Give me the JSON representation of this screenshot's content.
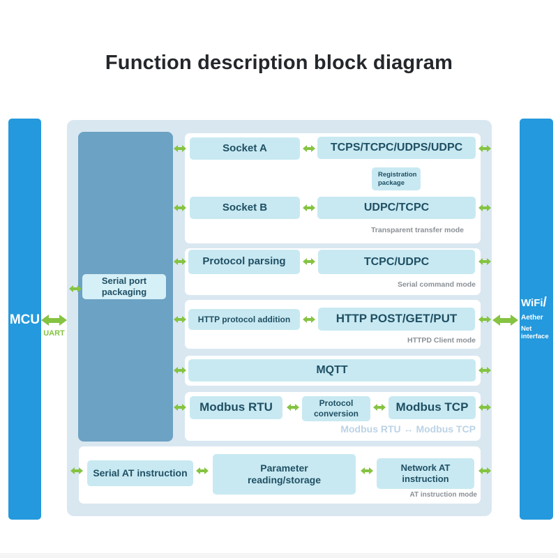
{
  "title": "Function description block diagram",
  "left_bar": {
    "label": "MCU",
    "bus_label": "UART"
  },
  "right_bar": {
    "label": "WiFi",
    "slash": "/",
    "line2": "Aether",
    "line3": "Net\ninterface"
  },
  "serial_block": {
    "label": "Serial port\npackaging"
  },
  "sections": {
    "transparent": {
      "socket_a": "Socket A",
      "socket_a_modes": "TCPS/TCPC/UDPS/UDPC",
      "registration": "Registration\npackage",
      "socket_b": "Socket B",
      "socket_b_modes": "UDPC/TCPC",
      "caption": "Transparent transfer mode"
    },
    "serial_command": {
      "left": "Protocol parsing",
      "right": "TCPC/UDPC",
      "caption": "Serial command mode"
    },
    "httpd": {
      "left": "HTTP protocol addition",
      "right": "HTTP POST/GET/PUT",
      "caption": "HTTPD Client mode"
    },
    "mqtt": {
      "label": "MQTT"
    },
    "modbus": {
      "left": "Modbus RTU",
      "mid": "Protocol\nconversion",
      "right": "Modbus TCP",
      "caption": "Modbus RTU ↔ Modbus TCP"
    },
    "at": {
      "left": "Serial AT instruction",
      "mid": "Parameter\nreading/storage",
      "right": "Network AT\ninstruction",
      "caption": "AT instruction mode"
    }
  },
  "colors": {
    "bar_blue": "#2499DD",
    "panel": "#D9E7F1",
    "block_dark": "#6CA2C3",
    "box": "#C8E9F2",
    "box_light": "#D6F0F8",
    "arrow_green": "#85C341",
    "caption_gray": "#8A9096",
    "caption_blue": "#BCD3E6",
    "box_text": "#1F4F63"
  }
}
